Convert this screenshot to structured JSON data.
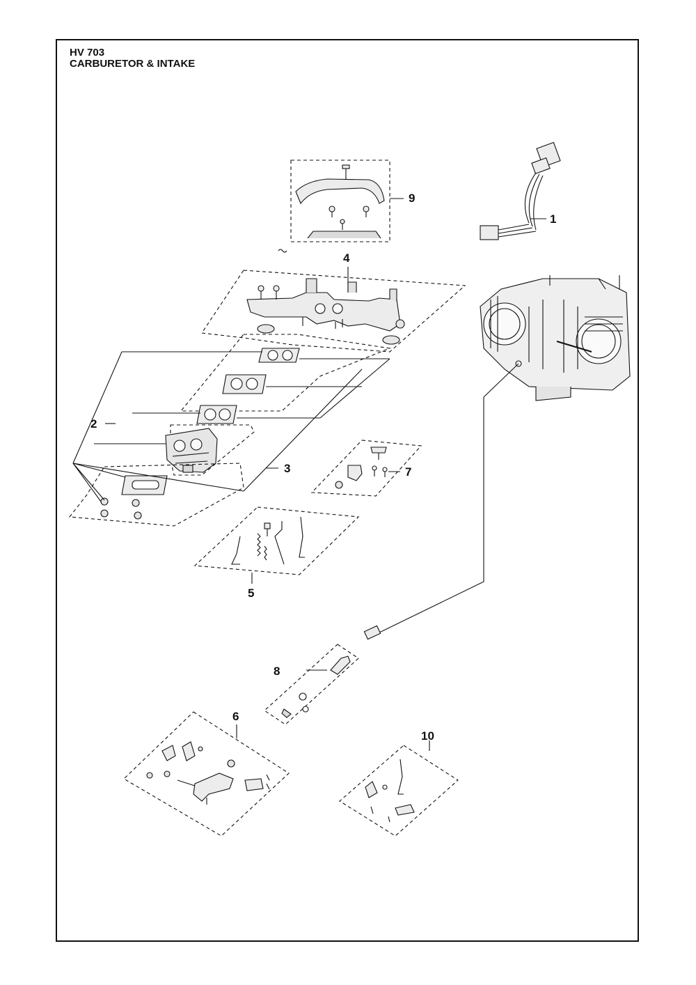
{
  "header": {
    "model": "HV 703",
    "section": "CARBURETOR & INTAKE"
  },
  "callouts": [
    "1",
    "2",
    "3",
    "4",
    "5",
    "6",
    "7",
    "8",
    "9",
    "10"
  ],
  "colors": {
    "line": "#111111",
    "part_fill": "#ececec",
    "part_stroke": "#333333"
  }
}
